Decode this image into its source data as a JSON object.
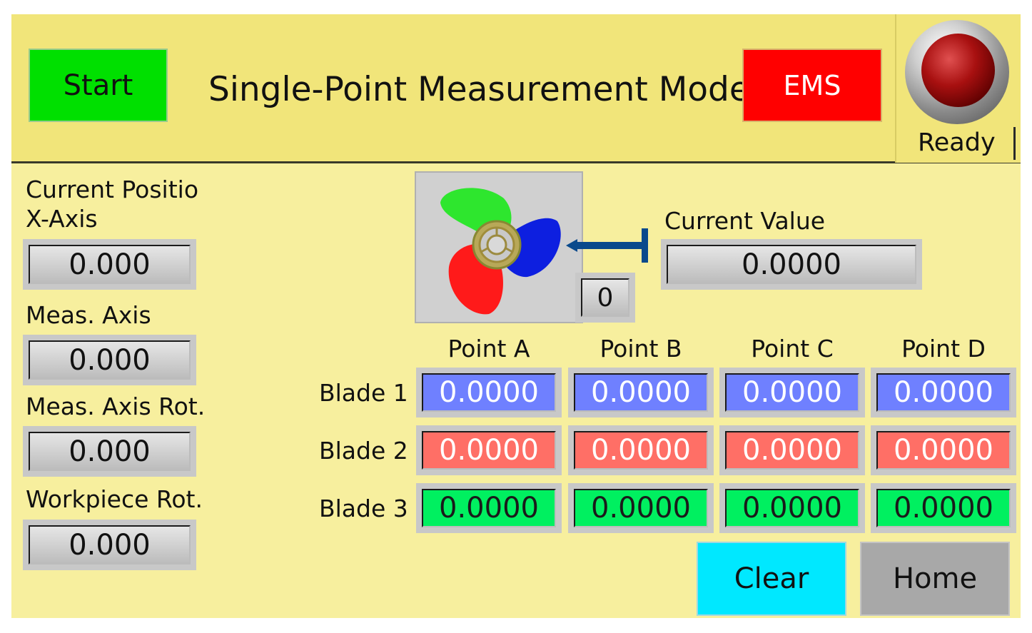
{
  "header": {
    "start_label": "Start",
    "title": "Single-Point Measurement Mode",
    "ems_label": "EMS",
    "status": "Ready"
  },
  "left": {
    "position_label_line1": "Current Positio",
    "position_label_line2": "X-Axis",
    "x_axis_value": "0.000",
    "meas_axis_label": "Meas. Axis",
    "meas_axis_value": "0.000",
    "meas_axis_rot_label": "Meas. Axis Rot.",
    "meas_axis_rot_value": "0.000",
    "workpiece_rot_label": "Workpiece Rot.",
    "workpiece_rot_value": "0.000"
  },
  "center": {
    "blade_counter": "0",
    "current_value_label": "Current Value",
    "current_value": "0.0000"
  },
  "table": {
    "columns": [
      "Point A",
      "Point B",
      "Point C",
      "Point D"
    ],
    "rows": [
      {
        "label": "Blade 1",
        "values": [
          "0.0000",
          "0.0000",
          "0.0000",
          "0.0000"
        ]
      },
      {
        "label": "Blade 2",
        "values": [
          "0.0000",
          "0.0000",
          "0.0000",
          "0.0000"
        ]
      },
      {
        "label": "Blade 3",
        "values": [
          "0.0000",
          "0.0000",
          "0.0000",
          "0.0000"
        ]
      }
    ]
  },
  "footer": {
    "clear_label": "Clear",
    "home_label": "Home"
  },
  "colors": {
    "panel": "#f7ef9e",
    "header": "#f1e57a",
    "start": "#00e000",
    "ems": "#ff0000",
    "blade_1": "#6f80ff",
    "blade_2": "#ff6f66",
    "blade_3": "#00f060",
    "clear": "#00e8ff",
    "home": "#a8a8a8"
  }
}
